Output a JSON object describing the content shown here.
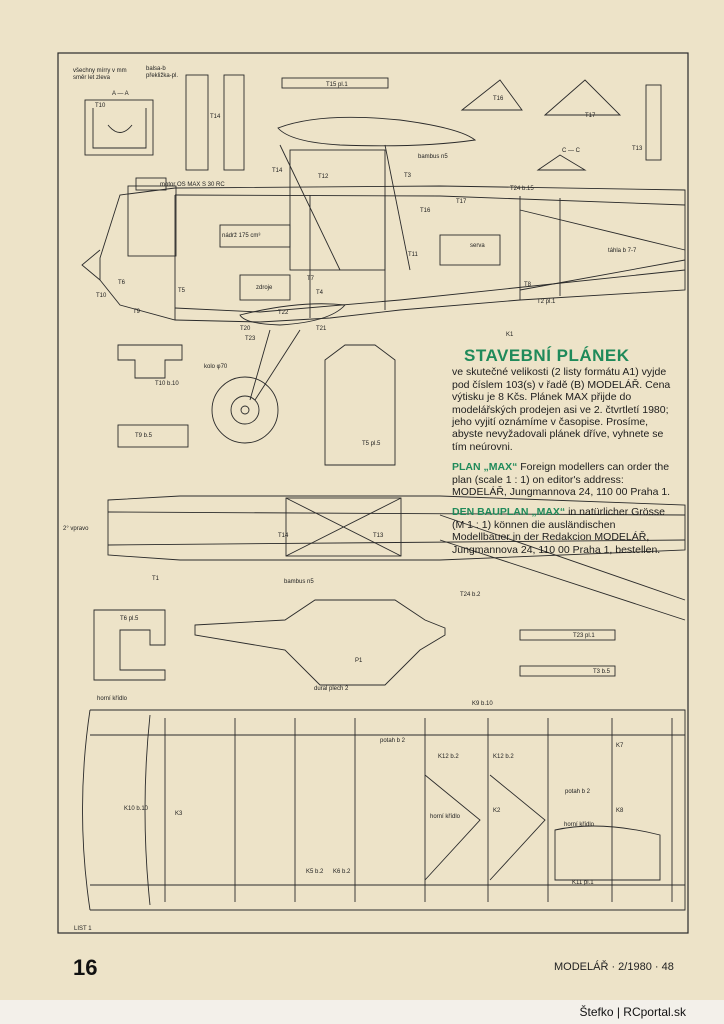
{
  "page": {
    "page_number": "16",
    "magazine": "MODELÁŘ · 2/1980 · 48",
    "credit": "Štefko | RCportal.sk",
    "sheet_label": "LIST 1"
  },
  "note": {
    "title": "STAVEBNÍ PLÁNEK",
    "cz_text": "ve skutečné velikosti (2 listy formátu A1) vyjde pod číslem 103(s) v řadě (B) MODELÁŘ. Cena výtisku je 8 Kčs. Plánek MAX přijde do modelářských prodejen asi ve 2. čtvrtletí 1980; jeho vyjití oznámíme v časopise. Prosíme, abyste nevyžadovali plánek dříve, vyhnete se tím neúrovni.",
    "en_head": "PLAN „MAX“",
    "en_text": "Foreign modellers can order the plan (scale 1 : 1) on editor's address: MODELÁŘ, Jungmannova 24, 110 00 Praha 1.",
    "de_head": "DEN BAUPLAN „MAX“",
    "de_text": "in natürlicher Grösse (M 1 : 1) können die ausländischen Modellbauer in der Redakcion MODELÁŘ, Jungmannova 24, 110 00 Praha 1, bestellen."
  },
  "labels": {
    "top_left_1": "všechny mírry v mm",
    "top_left_2": "směr let zleva",
    "balsa_label": "balsa-b",
    "preklizka_label": "překližka-pl.",
    "section_aa": "A — A",
    "section_cc": "C — C",
    "motor": "motor OS MAX S 30 RC",
    "nadrz": "nádrž 175 cm³",
    "zdroj": "zdroje",
    "serva": "serva",
    "tahla": "táhla b 7-7",
    "bambus1": "bambus n5",
    "bambus2": "bambus n5",
    "kolo": "kolo φ70",
    "vpravo": "2° vpravo",
    "dural": "dural plech 2",
    "horni_kridlo": "horní křídlo",
    "horni_kridlo2": "horní křídlo",
    "horni_kridlo3": "horní křídlo",
    "potah1": "potah b 2",
    "potah2": "potah b 2",
    "t15": "T15 pl.1",
    "t16": "T16",
    "t17": "T17",
    "t13": "T13",
    "t12": "T12",
    "t14": "T14",
    "t10": "T10",
    "t9": "T9",
    "t5": "T5",
    "t6": "T6",
    "t3": "T3",
    "t23": "T23",
    "t24": "T24 b.15",
    "t22": "T22",
    "t20": "T20",
    "t21": "T21",
    "t1": "T1",
    "t2": "T2 pl.1",
    "t8": "T8",
    "t11": "T11",
    "t7": "T7",
    "t4": "T4",
    "k1": "K1",
    "k2": "K2",
    "k3": "K3",
    "k7": "K7",
    "k8": "K8",
    "k9": "K9 b.10",
    "k10": "K10 b.10",
    "k11": "K11 pl.1",
    "k12a": "K12 b.2",
    "k12b": "K12 b.2",
    "k5": "K5 b.2",
    "k6": "K6 b.2",
    "p1": "P1",
    "t3b": "T3 b.5",
    "t23b": "T23 pl.1",
    "t24b": "T24 b.2",
    "t10b": "T10 b.10",
    "t9b": "T9 b.5",
    "t6b": "T6 pl.5",
    "t5b": "T5 pl.5"
  }
}
